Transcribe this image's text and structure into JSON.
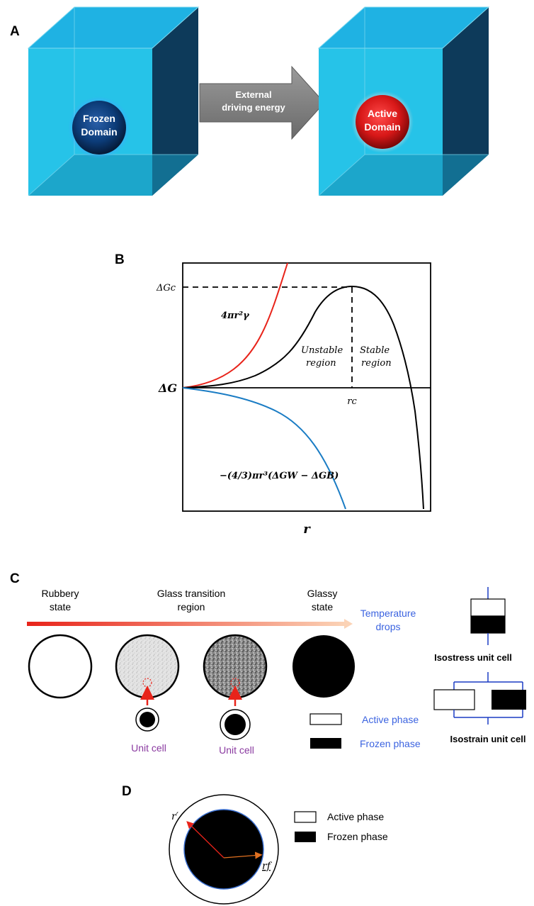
{
  "panel_a": {
    "label": "A",
    "frozen_line1": "Frozen",
    "frozen_line2": "Domain",
    "arrow_line1": "External",
    "arrow_line2": "driving energy",
    "active_line1": "Active",
    "active_line2": "Domain"
  },
  "panel_b": {
    "label": "B",
    "dGc": "ΔGc",
    "dG": "ΔG",
    "x_label": "r",
    "rc": "rc",
    "surface_term": "4πr²γ",
    "unstable_line1": "Unstable",
    "unstable_line2": "region",
    "stable_line1": "Stable",
    "stable_line2": "region",
    "volume_term": "−(4/3)πr³(ΔGW − ΔGB)"
  },
  "panel_c": {
    "label": "C",
    "rubbery_line1": "Rubbery",
    "rubbery_line2": "state",
    "glass_line1": "Glass transition",
    "glass_line2": "region",
    "glassy_line1": "Glassy",
    "glassy_line2": "state",
    "temp_line1": "Temperature",
    "temp_line2": "drops",
    "unit_cell_1": "Unit cell",
    "unit_cell_2": "Unit cell",
    "active_phase": "Active phase",
    "frozen_phase": "Frozen phase",
    "isostress": "Isostress unit cell",
    "isostrain": "Isostrain unit cell"
  },
  "panel_d": {
    "label": "D",
    "r_prime": "r′",
    "r_f": "rf",
    "active_phase": "Active phase",
    "frozen_phase": "Frozen phase"
  },
  "colors": {
    "cube_front": "#26c3e8",
    "cube_top": "#1fb2e3",
    "cube_side": "#0d3a5a",
    "arrow": "#7d7d7d",
    "red_curve": "#e8231a",
    "blue_curve": "#1a7cc4",
    "blue_text": "#3b63e0",
    "purple_text": "#8a3aa0",
    "frozen_orb": "#0c3c78",
    "active_orb": "#d81818"
  }
}
